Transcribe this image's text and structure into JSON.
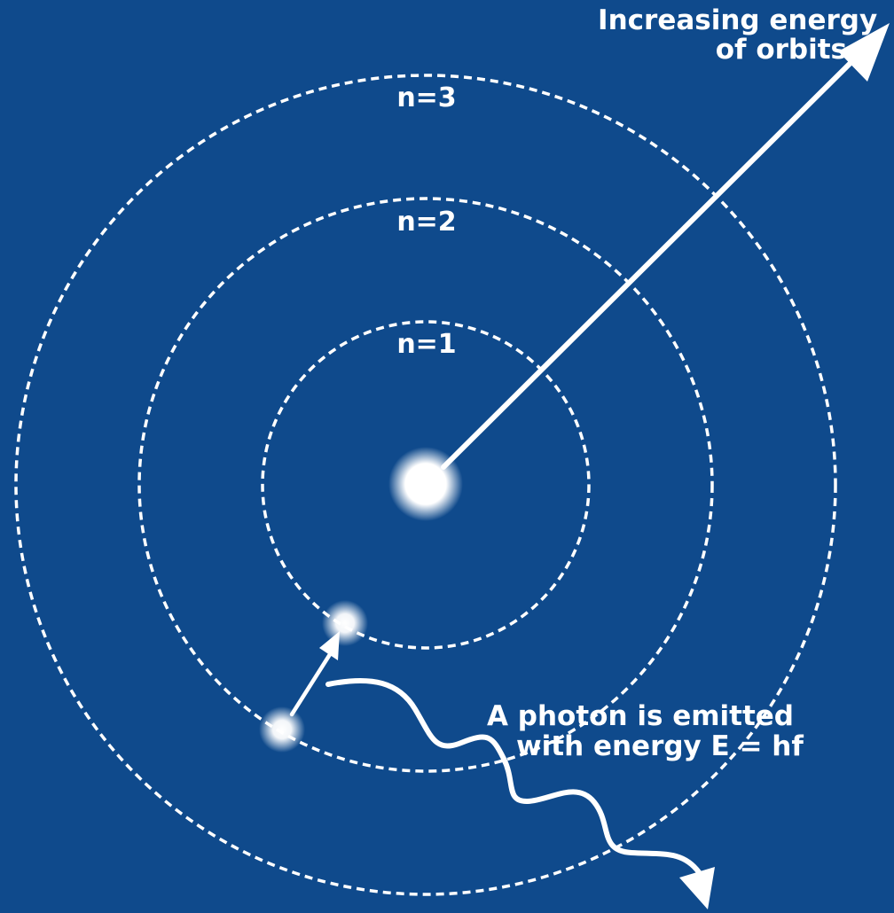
{
  "diagram": {
    "background_color": "#0f4a8c",
    "foreground_color": "#ffffff",
    "orbits": [
      {
        "label": "n=1"
      },
      {
        "label": "n=2"
      },
      {
        "label": "n=3"
      }
    ],
    "energy_arrow": {
      "label_lines": [
        "Increasing energy",
        "of orbits"
      ]
    },
    "photon": {
      "label_lines": [
        "A photon is emitted",
        "with energy E = hf"
      ]
    }
  }
}
